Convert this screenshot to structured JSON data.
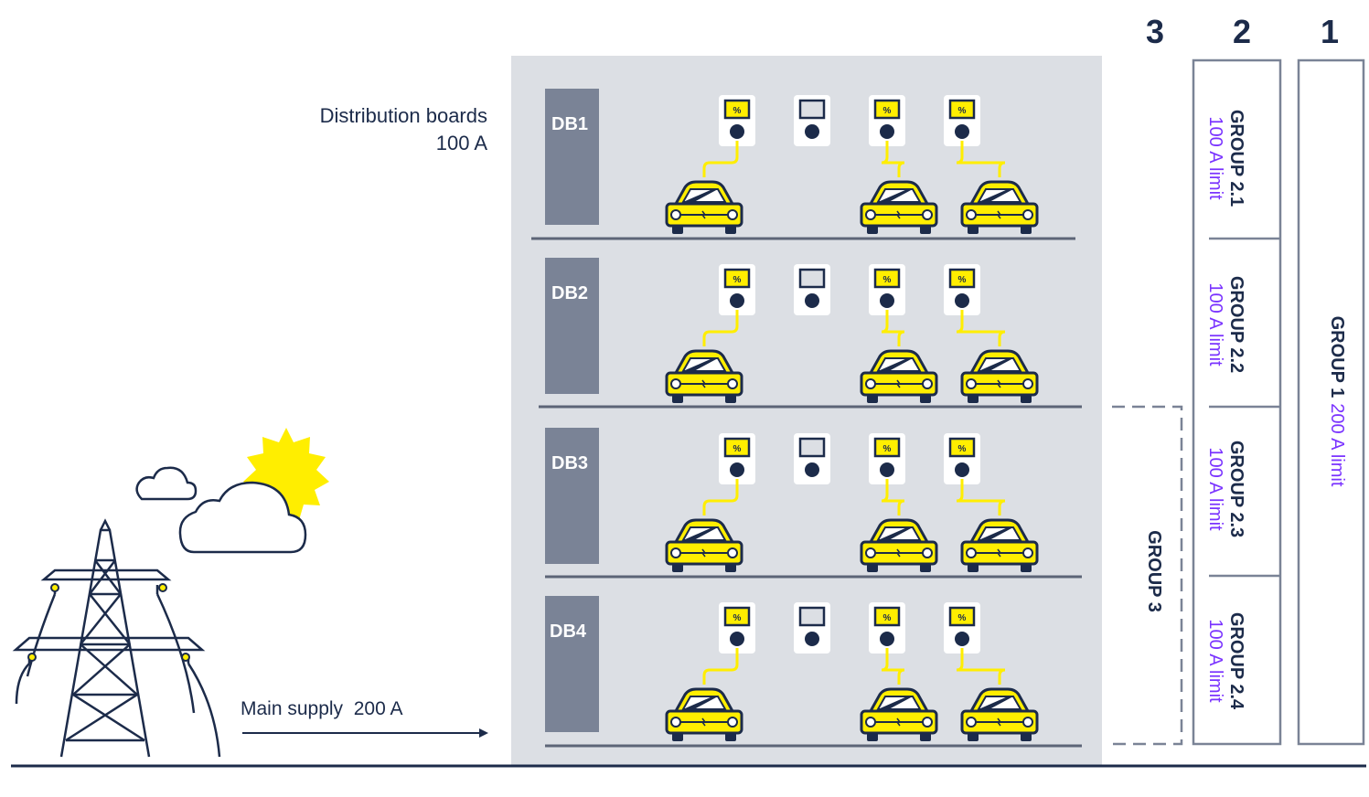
{
  "colors": {
    "navy": "#1c2b4a",
    "yellow": "#ffee00",
    "purple": "#7a33ff",
    "building": "#dcdfe4",
    "db_panel": "#7a8396"
  },
  "distribution": {
    "title": "Distribution boards",
    "current": "100 A"
  },
  "main_supply": {
    "label": "Main supply",
    "current": "200 A"
  },
  "floors": [
    {
      "db": "DB1"
    },
    {
      "db": "DB2"
    },
    {
      "db": "DB3"
    },
    {
      "db": "DB4"
    }
  ],
  "charger_screen_text": "%",
  "columns": {
    "c3": "3",
    "c2": "2",
    "c1": "1"
  },
  "group1": {
    "name": "GROUP 1",
    "limit": "200 A limit"
  },
  "group2": [
    {
      "name": "GROUP 2.1",
      "limit": "100 A limit"
    },
    {
      "name": "GROUP 2.2",
      "limit": "100 A limit"
    },
    {
      "name": "GROUP 2.3",
      "limit": "100 A limit"
    },
    {
      "name": "GROUP 2.4",
      "limit": "100 A limit"
    }
  ],
  "group3": {
    "name": "GROUP 3"
  },
  "icons": [
    "pylon-icon",
    "cloud-icon",
    "sun-icon",
    "charger-icon",
    "car-icon",
    "arrow-icon"
  ]
}
